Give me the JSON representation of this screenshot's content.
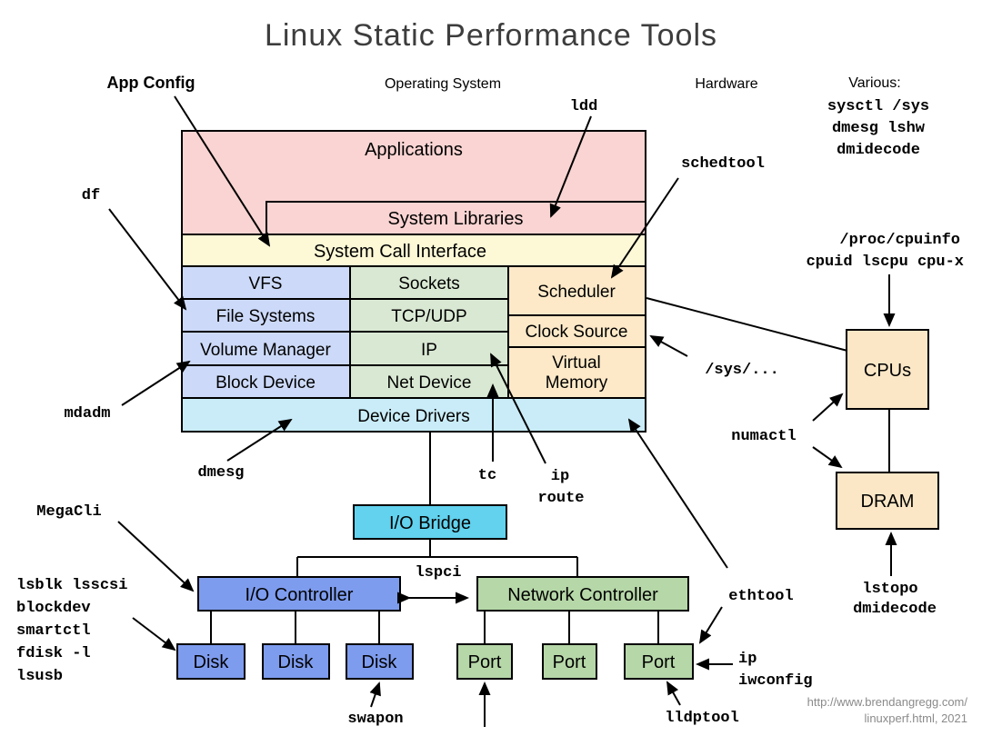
{
  "title": "Linux Static Performance Tools",
  "sections": {
    "app_config": "App Config",
    "operating_system": "Operating System",
    "hardware": "Hardware",
    "various": "Various:"
  },
  "os": {
    "applications": "Applications",
    "system_libraries": "System Libraries",
    "system_call_interface": "System Call Interface",
    "vfs": "VFS",
    "file_systems": "File Systems",
    "volume_manager": "Volume Manager",
    "block_device": "Block Device",
    "sockets": "Sockets",
    "tcp_udp": "TCP/UDP",
    "ip": "IP",
    "net_device": "Net Device",
    "scheduler": "Scheduler",
    "clock_source": "Clock Source",
    "virtual_memory": [
      "Virtual",
      "Memory"
    ],
    "device_drivers": "Device Drivers"
  },
  "hardware_boxes": {
    "io_bridge": "I/O Bridge",
    "io_controller": "I/O Controller",
    "network_controller": "Network Controller",
    "disk": "Disk",
    "port": "Port",
    "cpus": "CPUs",
    "dram": "DRAM"
  },
  "tools": {
    "various_list": [
      "sysctl /sys",
      "dmesg lshw",
      "dmidecode"
    ],
    "ldd": "ldd",
    "schedtool": "schedtool",
    "df": "df",
    "mdadm": "mdadm",
    "dmesg": "dmesg",
    "tc": "tc",
    "ip_route": [
      "ip",
      "route"
    ],
    "proc_cpuinfo": "/proc/cpuinfo",
    "cpuid_line": "cpuid lscpu cpu-x",
    "sys_path": "/sys/...",
    "numactl": "numactl",
    "lstopo_dmidecode": [
      "lstopo",
      "dmidecode"
    ],
    "megacli": "MegaCli",
    "disk_tool_list": [
      "lsblk lsscsi",
      "blockdev",
      "smartctl",
      "fdisk -l",
      "lsusb"
    ],
    "lspci": "lspci",
    "swapon": "swapon",
    "lldptool": "lldptool",
    "ethtool": "ethtool",
    "ip_iwconfig": [
      "ip",
      "iwconfig"
    ]
  },
  "footer": [
    "http://www.brendangregg.com/",
    "linuxperf.html, 2021"
  ],
  "colors": {
    "apps_pink": "#f9d4d2",
    "syscall_yellow": "#fdf8d6",
    "fs_blue": "#ccd9f8",
    "net_green_light": "#d9e8d3",
    "sched_tan": "#fde9c8",
    "drivers_cyan": "#c9ecf8",
    "bridge_cyan": "#62d2ee",
    "io_blue": "#7e9cee",
    "hw_green": "#b6d7a8",
    "mem_tan": "#fbe7c6"
  }
}
